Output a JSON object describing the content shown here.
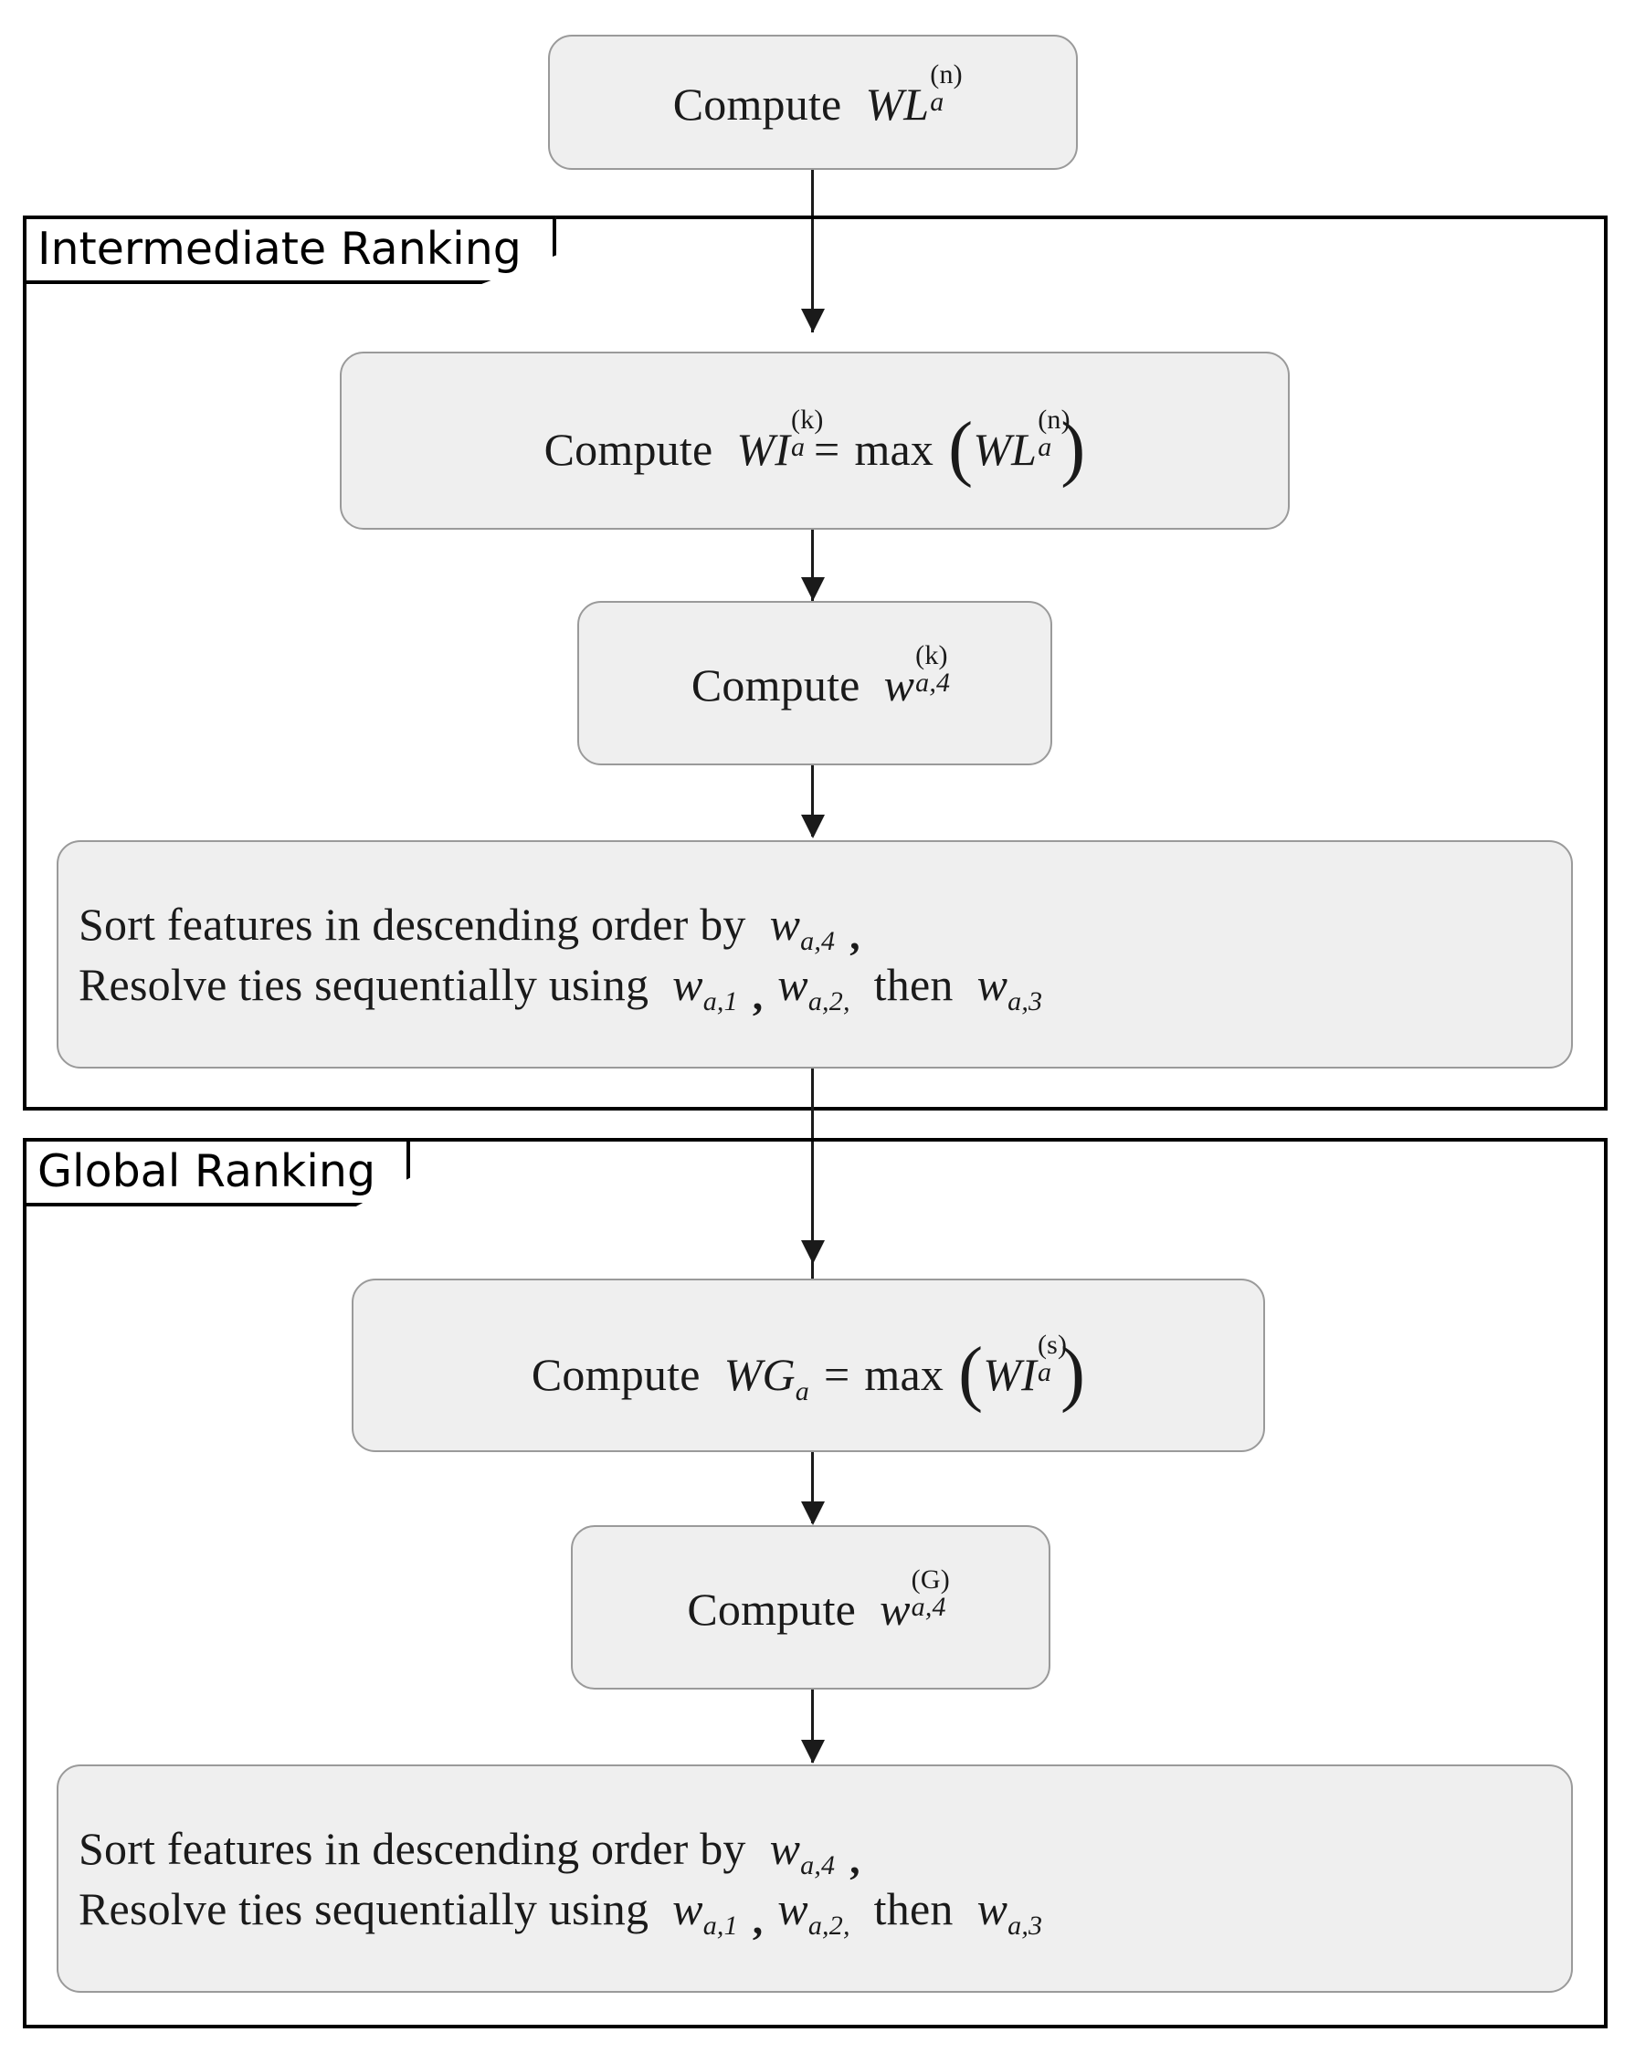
{
  "diagram": {
    "title": "Feature ranking flowchart",
    "groups": [
      {
        "id": "intermediate",
        "label": "Intermediate Ranking"
      },
      {
        "id": "global",
        "label": "Global Ranking"
      }
    ],
    "nodes": {
      "compute_wl": {
        "prefix": "Compute",
        "var": "WL",
        "sub": "a",
        "sup": "(n)",
        "text": "Compute WL_a^(n)"
      },
      "compute_wi": {
        "prefix": "Compute",
        "lhs_var": "WI",
        "lhs_sub": "a",
        "lhs_sup": "(k)",
        "eq": "=",
        "op": "max",
        "arg_var": "WL",
        "arg_sub": "a",
        "arg_sup": "(n)",
        "text": "Compute WI_a^(k) = max ( WL_a^(n) )"
      },
      "compute_wk": {
        "prefix": "Compute",
        "var": "w",
        "sub": "a,4",
        "sup": "(k)",
        "text": "Compute w_a,4^(k)"
      },
      "sort_intermediate": {
        "line1_a": "Sort features in descending order by",
        "line1_var": "w",
        "line1_sub": "a,4",
        "line1_punct": ",",
        "line2_a": "Resolve ties sequentially using",
        "line2_var1": "w",
        "line2_sub1": "a,1",
        "line2_punct1": ",",
        "line2_var2": "w",
        "line2_sub2": "a,2,",
        "line2_mid": "then",
        "line2_var3": "w",
        "line2_sub3": "a,3",
        "text": "Sort features in descending order by w_a,4 , Resolve ties sequentially using w_a,1 , w_a,2, then w_a,3"
      },
      "compute_wg": {
        "prefix": "Compute",
        "lhs_var": "WG",
        "lhs_sub": "a",
        "eq": "=",
        "op": "max",
        "arg_var": "WI",
        "arg_sub": "a",
        "arg_sup": "(s)",
        "text": "Compute WG_a = max ( WI_a^(s) )"
      },
      "compute_wG": {
        "prefix": "Compute",
        "var": "w",
        "sub": "a,4",
        "sup": "(G)",
        "text": "Compute w_a,4^(G)"
      },
      "sort_global": {
        "line1_a": "Sort features in descending order by",
        "line1_var": "w",
        "line1_sub": "a,4",
        "line1_punct": ",",
        "line2_a": "Resolve ties sequentially using",
        "line2_var1": "w",
        "line2_sub1": "a,1",
        "line2_punct1": ",",
        "line2_var2": "w",
        "line2_sub2": "a,2,",
        "line2_mid": "then",
        "line2_var3": "w",
        "line2_sub3": "a,3",
        "text": "Sort features in descending order by w_a,4 , Resolve ties sequentially using w_a,1 , w_a,2, then w_a,3"
      }
    },
    "colors": {
      "node_fill": "#efefef",
      "node_border": "#9a9a9a",
      "group_border": "#000000",
      "connector": "#1a1a1a",
      "text": "#1a1a1a",
      "background": "#ffffff"
    }
  }
}
